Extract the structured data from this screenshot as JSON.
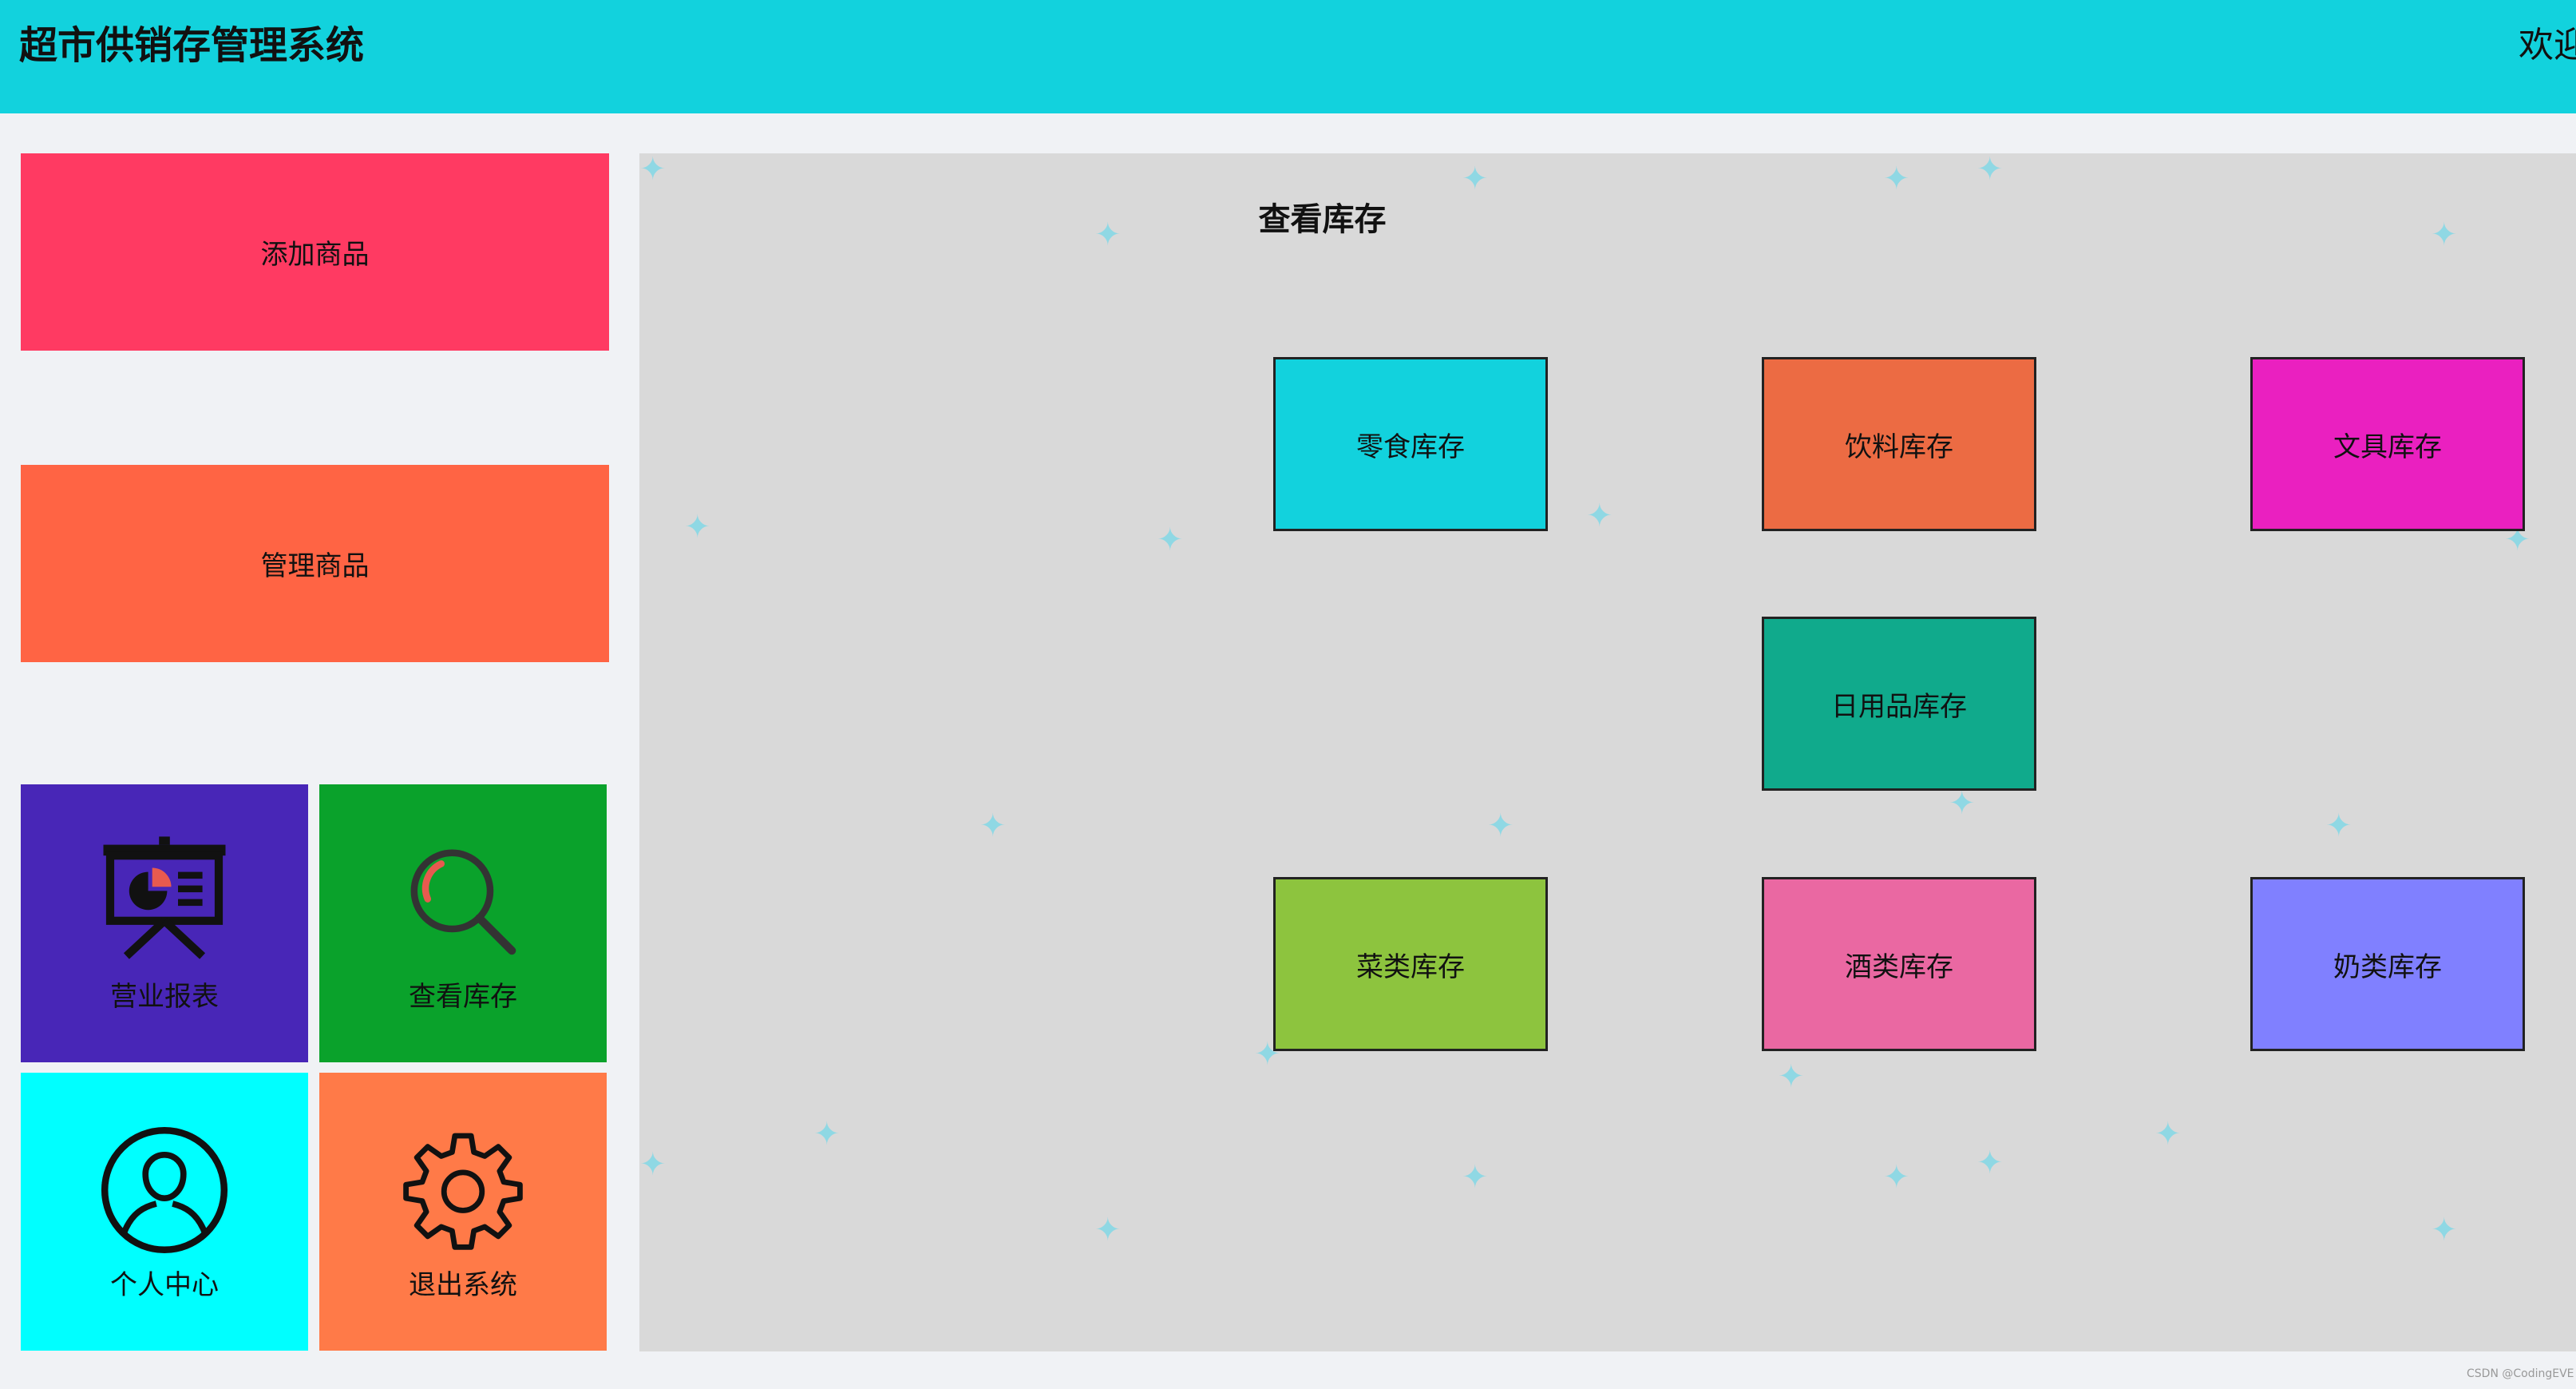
{
  "header": {
    "title": "超市供销存管理系统",
    "welcome": "欢迎"
  },
  "sidebar": {
    "add_product": "添加商品",
    "manage_product": "管理商品",
    "tiles": [
      {
        "label": "营业报表",
        "icon": "presentation-chart-icon",
        "color": "#4826b7"
      },
      {
        "label": "查看库存",
        "icon": "search-icon",
        "color": "#0aa22b"
      },
      {
        "label": "个人中心",
        "icon": "user-icon",
        "color": "#00ffff"
      },
      {
        "label": "退出系统",
        "icon": "gear-icon",
        "color": "#ff7a48"
      }
    ]
  },
  "main": {
    "title": "查看库存",
    "categories": [
      {
        "label": "零食库存",
        "color": "#12d2dd"
      },
      {
        "label": "饮料库存",
        "color": "#ec6b43"
      },
      {
        "label": "文具库存",
        "color": "#ea20c0"
      },
      {
        "label": "日用品库存",
        "color": "#10aa8c"
      },
      {
        "label": "菜类库存",
        "color": "#8dc43e"
      },
      {
        "label": "酒类库存",
        "color": "#ea68a2"
      },
      {
        "label": "奶类库存",
        "color": "#8080ff"
      }
    ]
  },
  "footer": {
    "watermark": "CSDN @CodingEVE"
  }
}
